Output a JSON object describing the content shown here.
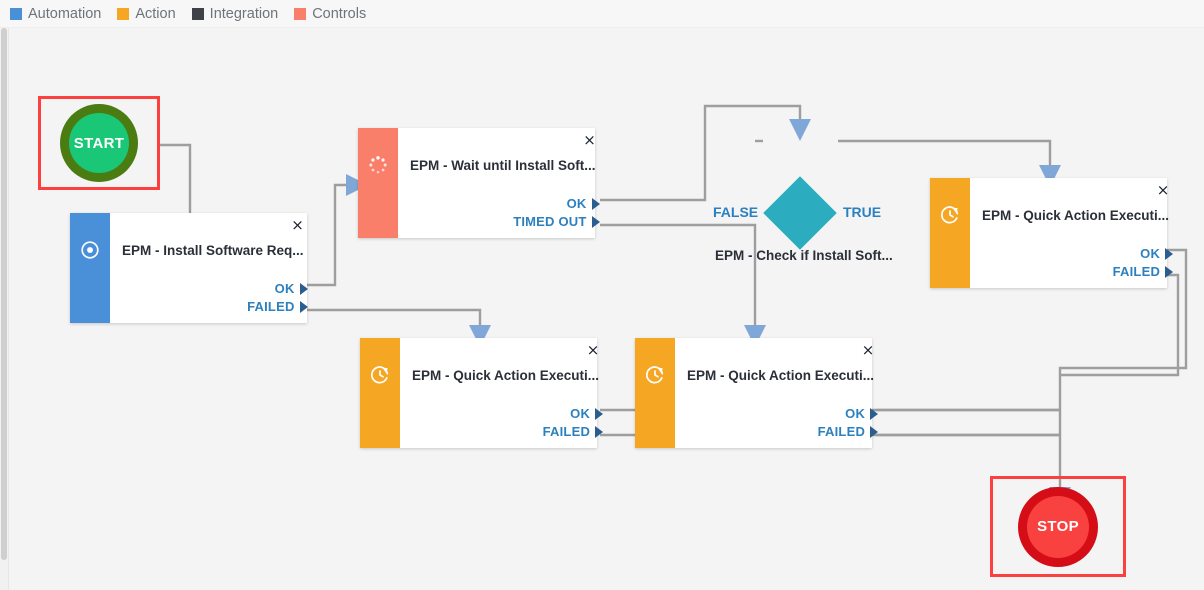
{
  "legend": {
    "items": [
      {
        "label": "Automation",
        "color": "#4a90d9",
        "icon": "square-swatch-icon"
      },
      {
        "label": "Action",
        "color": "#f5a623",
        "icon": "square-swatch-icon"
      },
      {
        "label": "Integration",
        "color": "#3e4248",
        "icon": "square-swatch-icon"
      },
      {
        "label": "Controls",
        "color": "#fa7f6b",
        "icon": "square-swatch-icon"
      }
    ]
  },
  "canvas": {
    "background": "#f4f4f4",
    "edge_color": "#9e9e9e",
    "arrow_color": "#7fa8d8",
    "port_text_color": "#2d80bf",
    "selection_color": "#fc4040"
  },
  "terminators": {
    "start": {
      "label": "START",
      "outer_color": "#4a7c12",
      "inner_color": "#19c777",
      "selected": true
    },
    "stop": {
      "label": "STOP",
      "outer_color": "#d40d17",
      "inner_color": "#f9413f",
      "selected": true
    }
  },
  "decision": {
    "name": "EPM - Check if Install Soft...",
    "color": "#2bacbf",
    "branch_false": "FALSE",
    "branch_true": "TRUE"
  },
  "nodes": [
    {
      "id": "install-software",
      "title": "EPM - Install Software Req...",
      "category": "Automation",
      "bar_color": "#4a90d9",
      "icon": "target-dot-icon",
      "close_label": "×",
      "ports": [
        "OK",
        "FAILED"
      ]
    },
    {
      "id": "wait-until-install",
      "title": "EPM - Wait until Install Soft...",
      "category": "Controls",
      "bar_color": "#fa7f6b",
      "icon": "spinner-icon",
      "close_label": "×",
      "ports": [
        "OK",
        "TIMED OUT"
      ]
    },
    {
      "id": "quick-action-top-right",
      "title": "EPM - Quick Action Executi...",
      "category": "Action",
      "bar_color": "#f5a623",
      "icon": "clock-refresh-icon",
      "close_label": "×",
      "ports": [
        "OK",
        "FAILED"
      ]
    },
    {
      "id": "quick-action-bottom-left",
      "title": "EPM - Quick Action Executi...",
      "category": "Action",
      "bar_color": "#f5a623",
      "icon": "clock-refresh-icon",
      "close_label": "×",
      "ports": [
        "OK",
        "FAILED"
      ]
    },
    {
      "id": "quick-action-bottom-mid",
      "title": "EPM - Quick Action Executi...",
      "category": "Action",
      "bar_color": "#f5a623",
      "icon": "clock-refresh-icon",
      "close_label": "×",
      "ports": [
        "OK",
        "FAILED"
      ]
    }
  ]
}
